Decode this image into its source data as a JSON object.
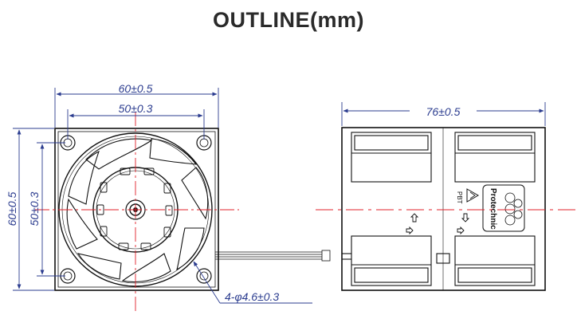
{
  "title": "OUTLINE(mm)",
  "dimensions": {
    "front_width_outer": "60±0.5",
    "front_width_holes": "50±0.3",
    "front_height_outer": "60±0.5",
    "front_height_holes": "50±0.3",
    "side_depth": "76±0.5",
    "mount_holes": "4-φ4.6±0.3"
  },
  "label": {
    "brand": "Protechnic",
    "recycle_mark": "PBT"
  },
  "colors": {
    "outline": "#111111",
    "dimension": "#2b3c8f",
    "centerline": "#e0202a"
  }
}
